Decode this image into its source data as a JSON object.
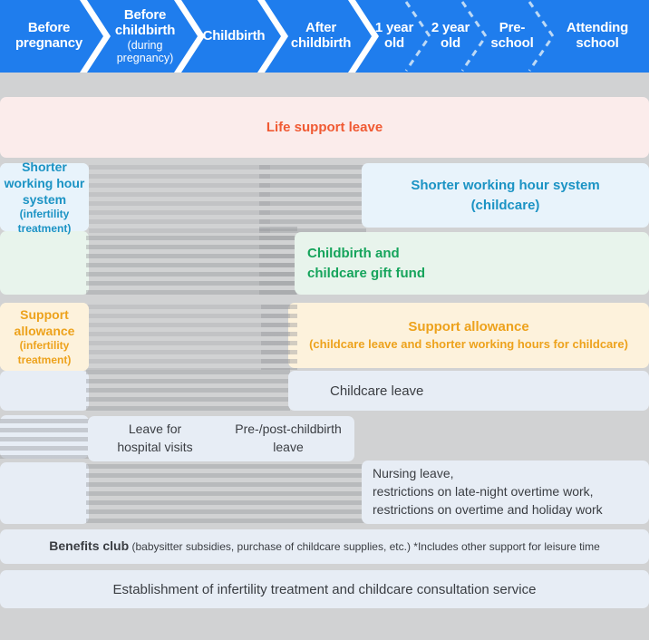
{
  "header": {
    "stages": [
      {
        "main": "Before pregnancy",
        "sub": ""
      },
      {
        "main": "Before childbirth",
        "sub": "(during pregnancy)"
      },
      {
        "main": "Childbirth",
        "sub": ""
      },
      {
        "main": "After childbirth",
        "sub": ""
      },
      {
        "main": "1 year old",
        "sub": ""
      },
      {
        "main": "2 year old",
        "sub": ""
      },
      {
        "main": "Pre-school",
        "sub": ""
      },
      {
        "main": "Attending school",
        "sub": ""
      }
    ]
  },
  "rows": {
    "life_support_leave": "Life support leave",
    "shorter_hours_infertility": "Shorter working hour system",
    "shorter_hours_infertility_sub": "(infertility treatment)",
    "shorter_hours_childcare": "Shorter working hour system",
    "shorter_hours_childcare_sub": "(childcare)",
    "gift_fund_line1": "Childbirth and",
    "gift_fund_line2": "childcare gift fund",
    "support_allowance_infertility": "Support allowance",
    "support_allowance_infertility_sub": "(infertility treatment)",
    "support_allowance_childcare": "Support allowance",
    "support_allowance_childcare_sub": "(childcare leave and shorter working hours for childcare)",
    "childcare_leave": "Childcare leave",
    "hospital_visits_line1": "Leave for",
    "hospital_visits_line2": "hospital visits",
    "pre_post_childbirth_line1": "Pre-/post-childbirth",
    "pre_post_childbirth_line2": "leave",
    "nursing_line1": "Nursing leave,",
    "nursing_line2": "restrictions on late-night overtime work,",
    "nursing_line3": "restrictions on overtime and holiday work",
    "benefits_club_bold": "Benefits club",
    "benefits_club_rest": " (babysitter subsidies, purchase of childcare supplies, etc.) *Includes other support for leisure time",
    "consultation": "Establishment of infertility treatment and childcare consultation service"
  },
  "colors": {
    "page_bg": "#d1d2d3",
    "chevron": "#1f7ded",
    "pink_band": "#fbeceb",
    "pink_text": "#f05a33",
    "blue_band": "#e8f3fb",
    "blue_text": "#1b93c4",
    "green_band": "#e8f4ec",
    "green_text": "#16a45c",
    "cream_band": "#fdf2dc",
    "amber_text": "#eda21c",
    "pale_blue_band": "#e7edf5",
    "dark_text": "#3a3d42"
  }
}
